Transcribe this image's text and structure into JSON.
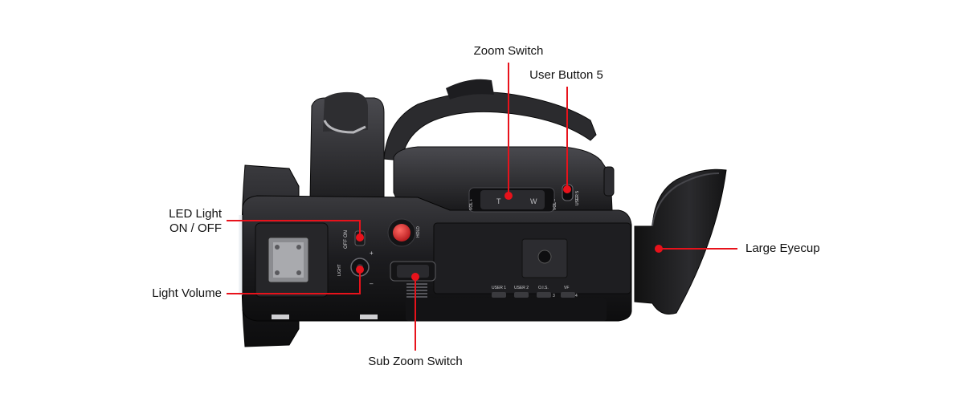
{
  "colors": {
    "callout": "#e8121b",
    "body": "#1b1b1d",
    "body_dark": "#0c0c0d",
    "body_mid": "#2a2a2d",
    "highlight": "#45454a",
    "rec_button": "#d8262a",
    "light_panel": "#e9ecef"
  },
  "callouts": {
    "zoom_switch": "Zoom Switch",
    "user_button_5": "User Button 5",
    "led_light_line1": "LED Light",
    "led_light_line2": "ON / OFF",
    "light_volume": "Light Volume",
    "sub_zoom_switch": "Sub Zoom Switch",
    "large_eyecup": "Large Eyecup"
  },
  "camera_markings": {
    "vol_plus": "VOL +",
    "vol_minus": "VOL –",
    "zoom_t": "T",
    "zoom_w": "W",
    "user5": "USER 5",
    "hold": "HOLD",
    "off": "OFF",
    "on": "ON",
    "light": "LIGHT",
    "plus": "+",
    "minus": "–",
    "user1": "USER 1",
    "user2": "USER 2",
    "ois": "O.I.S.",
    "vf": "VF",
    "n3": "3",
    "n4": "4"
  }
}
